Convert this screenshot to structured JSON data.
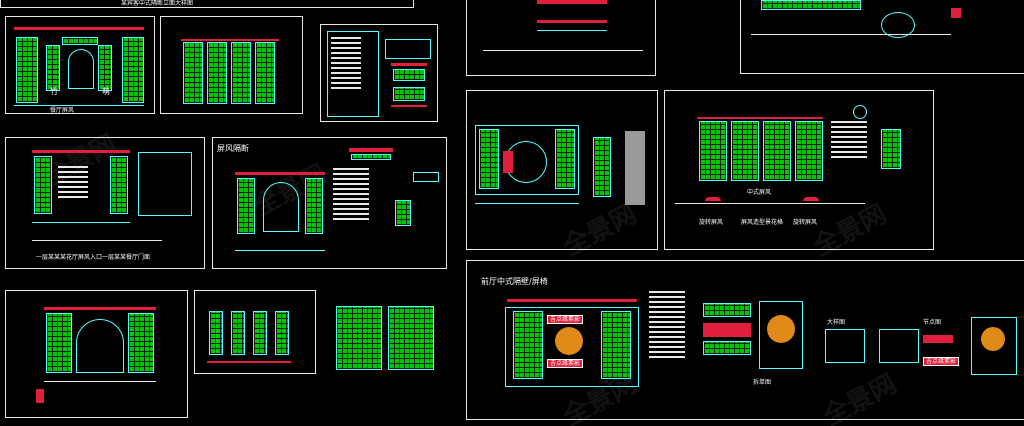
{
  "colors": {
    "background": "#000000",
    "frame": "#e8e8e8",
    "lattice_green": "#00c800",
    "cyan": "#4fffff",
    "red": "#e0203a",
    "yellow": "#e8e000",
    "orange": "#e08a1a"
  },
  "labels": {
    "top_left_title": "某宾客中式隔断立面大样图",
    "p1_bamboo": "竹",
    "p1_orchid": "萌",
    "p1_caption": "餐厅屏风",
    "p2_caption": "一层某某某花厅屏风入口一层某某餐厅门面",
    "p3_title": "屏风隔断",
    "p4_title": "中式屏风",
    "p4_cap_left": "旋转屏风",
    "p4_cap_mid": "屏风造型景花格",
    "p4_cap_right": "旋转屏风",
    "p5_title": "前厅中式隔壁/屏椅",
    "p5_seal_a": "吉点缘素影",
    "p5_seal_b": "吉点缘素影",
    "p5_seal_c": "吉点缘素影",
    "p5_caption": "拆单图",
    "p5_small_a": "大样图",
    "p5_small_b": "节点图"
  }
}
